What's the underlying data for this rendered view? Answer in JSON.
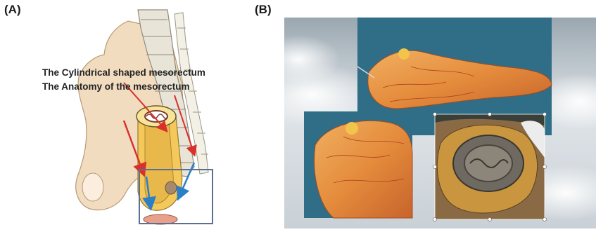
{
  "panels": {
    "a": {
      "label": "(A)"
    },
    "b": {
      "label": "(B)"
    }
  },
  "annotations": {
    "line1": "The Cylindrical shaped mesorectum",
    "line2": "The Anatomy of the mesorectum"
  },
  "colors": {
    "bone": "#f2dcc0",
    "vertebra": "#e8e4d8",
    "mesorectum": "#f4c85a",
    "arrow_red": "#d9302c",
    "arrow_blue": "#2a7fc6",
    "highlight_box": "#5a6f93",
    "photo_background": "#2f6e86",
    "specimen": "#e49a4c"
  }
}
